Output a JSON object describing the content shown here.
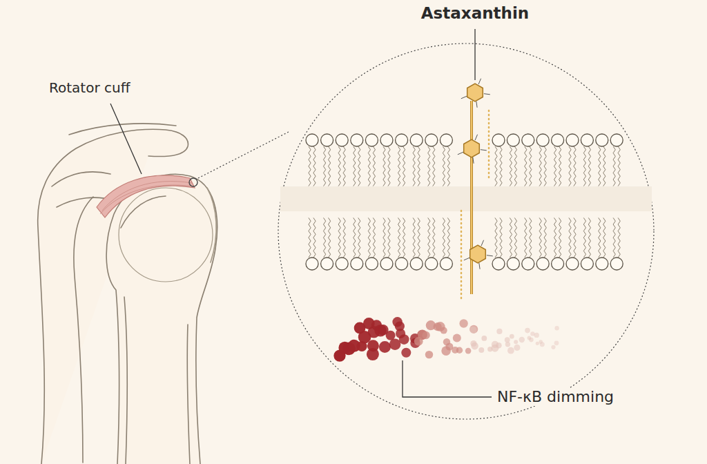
{
  "diagram": {
    "labels": [
      "Rotator cuff",
      "Astaxanthin",
      "NF-κB dimming"
    ]
  }
}
